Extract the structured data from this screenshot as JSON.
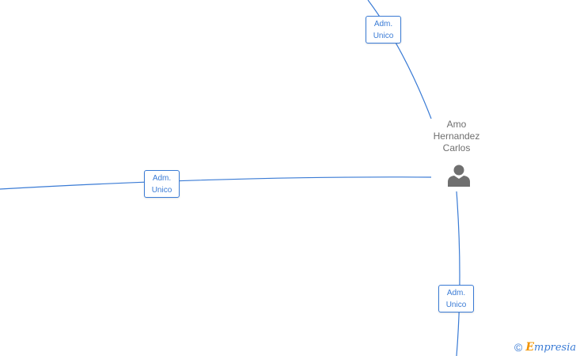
{
  "person": {
    "name_lines": [
      "Amo",
      "Hernandez",
      "Carlos"
    ],
    "icon": "person-icon"
  },
  "relations": [
    {
      "line1": "Adm.",
      "line2": "Unico"
    },
    {
      "line1": "Adm.",
      "line2": "Unico"
    },
    {
      "line1": "Adm.",
      "line2": "Unico"
    }
  ],
  "watermark": {
    "symbol": "©",
    "brand_first": "E",
    "brand_rest": "mpresia"
  },
  "colors": {
    "edge": "#3a7bd5",
    "name_text": "#6f6f6f",
    "person_icon": "#6f6f6f",
    "brand_accent": "#f29400"
  }
}
